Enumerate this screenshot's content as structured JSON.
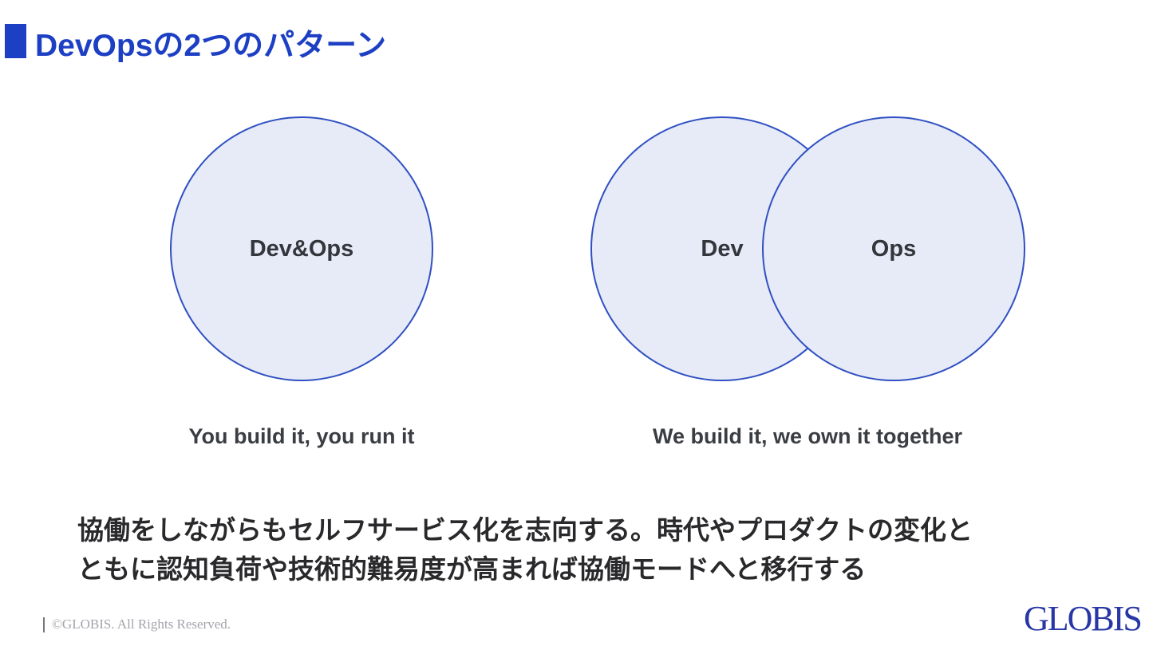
{
  "title": "DevOpsの2つのパターン",
  "diagram": {
    "pattern1": {
      "label": "Dev&Ops",
      "caption": "You build it, you run it"
    },
    "pattern2": {
      "dev_label": "Dev",
      "ops_label": "Ops",
      "caption": "We build it, we own it together"
    }
  },
  "body": {
    "line1": "協働をしながらもセルフサービス化を志向する。時代やプロダクトの変化と",
    "line2": "ともに認知負荷や技術的難易度が高まれば協働モードへと移行する"
  },
  "footer": {
    "copyright": "©GLOBIS. All Rights Reserved.",
    "logo_text": "GLOBIS"
  },
  "colors": {
    "accent_blue": "#1d3fc4",
    "circle_border": "#2f50c2",
    "circle_fill": "#e7ebf7",
    "label_dark": "#33363b",
    "body_dark": "#29292c",
    "footer_gray": "#a3a3ab",
    "logo_navy": "#2937a6"
  }
}
